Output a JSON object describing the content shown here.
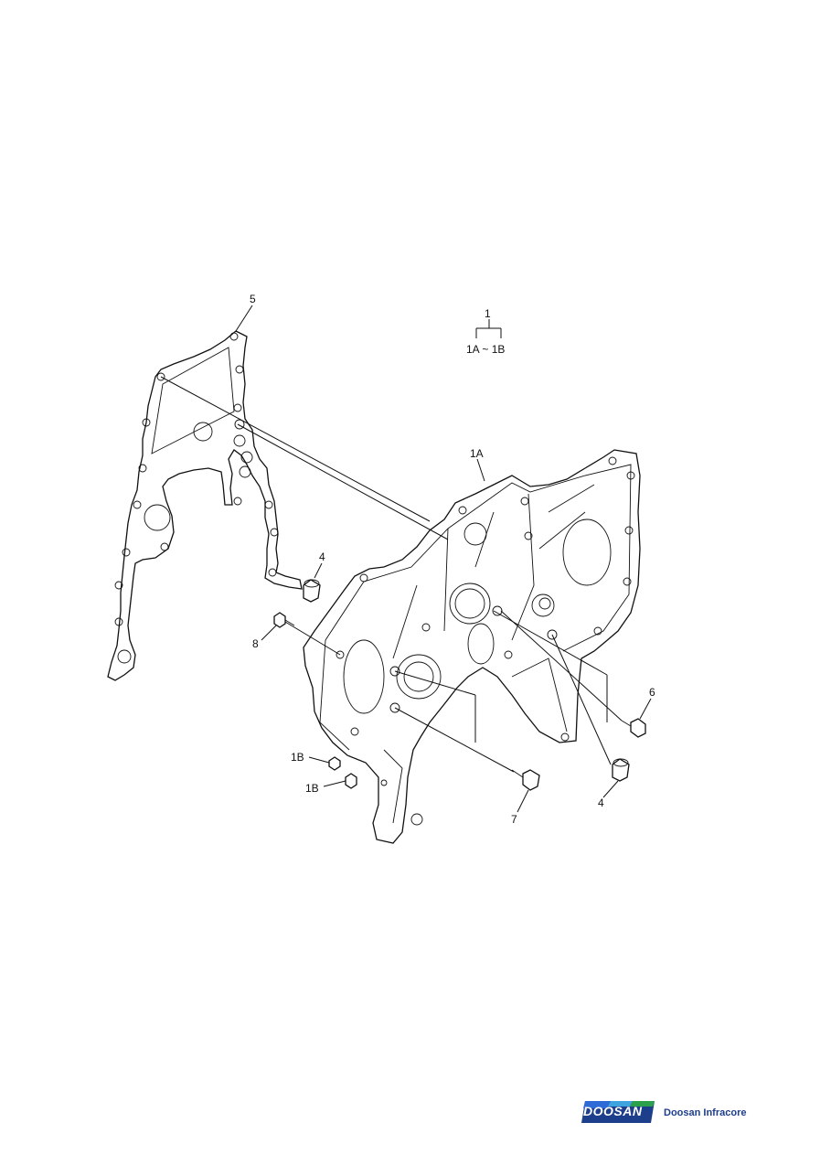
{
  "callouts": {
    "assembly_top": "1",
    "assembly_range": "1A ~ 1B",
    "cover": "1A",
    "gasket": "5",
    "dowel_upper": "4",
    "bolt_8": "8",
    "bolt_6": "6",
    "bolt_7": "7",
    "dowel_lower": "4",
    "plug_upper": "1B",
    "plug_lower": "1B"
  },
  "brand": {
    "mark": "DOOSAN",
    "name": "Doosan Infracore",
    "colors": {
      "navy": "#1d3e8a",
      "blue": "#2f6bd6",
      "cyan": "#3fa3e0",
      "green": "#2aa14a"
    }
  }
}
